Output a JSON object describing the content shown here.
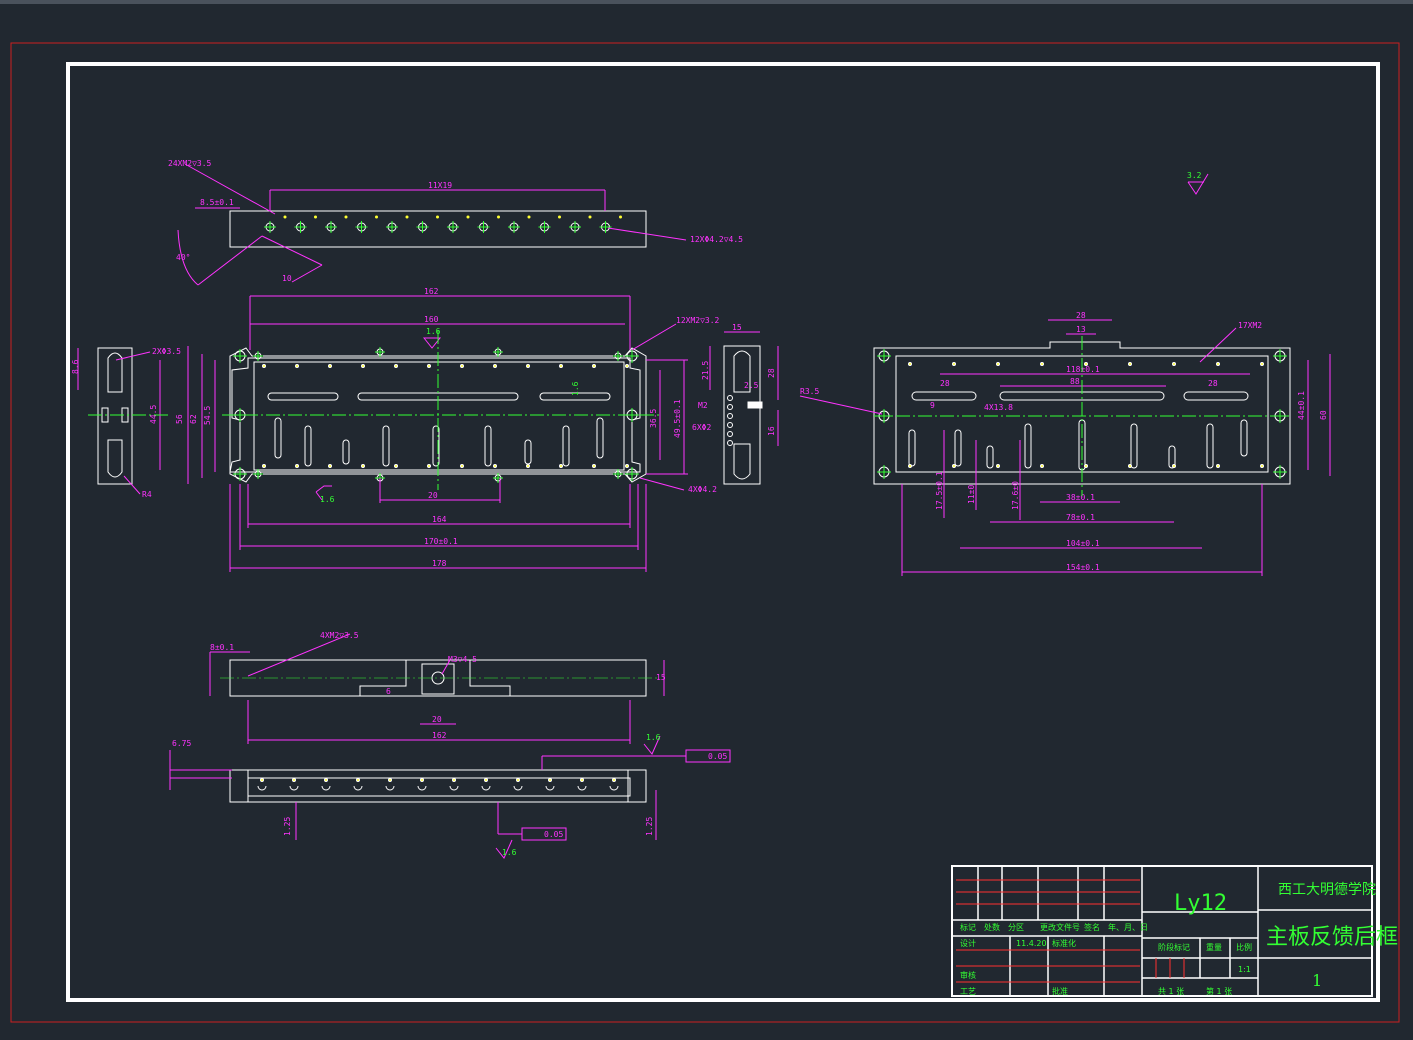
{
  "drawing": {
    "material": "Ly12",
    "school": "西工大明德学院",
    "part_name": "主板反馈后框",
    "sheet_number": "1",
    "date": "11.4.20",
    "scale": "1:1",
    "total_sheets": "共 1 张",
    "sheet_of": "第 1 张"
  },
  "title_block_labels": {
    "mark": "标记",
    "count": "处数",
    "zone": "分区",
    "change_doc": "更改文件号",
    "signature": "签名",
    "ymd": "年、月、日",
    "design": "设计",
    "standardize": "标准化",
    "stage_mark": "阶段标记",
    "weight": "重量",
    "scale_label": "比例",
    "review": "审核",
    "process": "工艺",
    "approve": "批准"
  },
  "colors": {
    "background": "#212830",
    "outline": "#ffffff",
    "dimension": "#ff33ff",
    "centerline": "#33ff33",
    "border_red": "#cc2020"
  },
  "annotations": {
    "top_holes": "24XM2▽3.5",
    "top_pitch": "11X19",
    "top_edge": "8.5±0.1",
    "top_angle": "40°",
    "top_chamfer": "10",
    "top_holes2": "12XΦ4.2▽4.5",
    "front_w1": "162",
    "front_w2": "160",
    "front_rough1": "1.6",
    "front_holes": "12XM2▽3.2",
    "front_holes2": "4XΦ4.2",
    "front_inner": "164",
    "front_outer": "170±0.1",
    "front_total": "178",
    "front_pitch": "20",
    "front_rough2": "1.6",
    "left_dim": "2XΦ3.5",
    "left_r": "R4",
    "left_h1": "44.5",
    "left_h2": "54.5",
    "left_h3": "62",
    "left_h4": "56",
    "left_c": "8.6",
    "right_h1": "49.5±0.1",
    "right_h2": "36.5",
    "side_m2": "M2",
    "side_d": "6XΦ2",
    "side_w": "15",
    "side_h": "28",
    "side_t": "21.5",
    "side_s": "2.5",
    "side_16": "16",
    "rv_r": "R3.5",
    "rv_top": "28",
    "rv_13": "13",
    "rv_17": "17XM2",
    "rv_118": "118±0.1",
    "rv_88": "88",
    "rv_28a": "28",
    "rv_28b": "28",
    "rv_44": "44±0.1",
    "rv_60": "60",
    "rv_38": "38±0.1",
    "rv_78": "78±0.1",
    "rv_104": "104±0.1",
    "rv_154": "154±0.1",
    "rv_17_5": "17.5±0.1",
    "rv_11": "11±0",
    "rv_17_6": "17.6±0",
    "rv_9": "9",
    "rv_4x": "4X13.8",
    "rv_3_2": "3.2",
    "bv_holes": "4XM2▽3.5",
    "bv_8": "8±0.1",
    "bv_m": "M3▽4.5",
    "bv_15": "15",
    "bv_162": "162",
    "bv_20": "20",
    "bv_6": "6",
    "b2_rough": "1.6",
    "b2_flat": "0.05",
    "b2_675": "6.75",
    "b2_125a": "1.25",
    "b2_125b": "1.25",
    "b2_flat2": "0.05",
    "b2_rough2": "1.6"
  }
}
